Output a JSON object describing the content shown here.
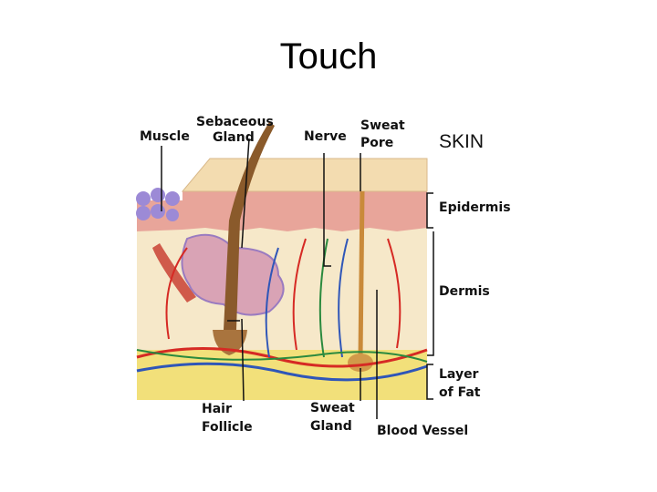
{
  "slide": {
    "title": "Touch"
  },
  "diagram": {
    "heading": "SKIN",
    "labels": {
      "muscle": "Muscle",
      "sebaceous": "Sebaceous",
      "gland": "Gland",
      "nerve": "Nerve",
      "sweat": "Sweat",
      "pore": "Pore",
      "epidermis": "Epidermis",
      "dermis": "Dermis",
      "layer": "Layer",
      "of_fat": "of Fat",
      "hair": "Hair",
      "follicle": "Follicle",
      "sweat2": "Sweat",
      "gland2": "Gland",
      "blood_vessel": "Blood Vessel"
    },
    "colors": {
      "epidermis": "#e8a59a",
      "surface": "#f3dcb0",
      "dermis": "#f6e8c9",
      "fat": "#f2e07a",
      "artery": "#d62a24",
      "vein": "#2f56b8",
      "nerve": "#2b8a3e",
      "hair": "#8a5a2b",
      "gland": "#d9a3b5",
      "fat_cells": "#9c8ad6"
    }
  }
}
